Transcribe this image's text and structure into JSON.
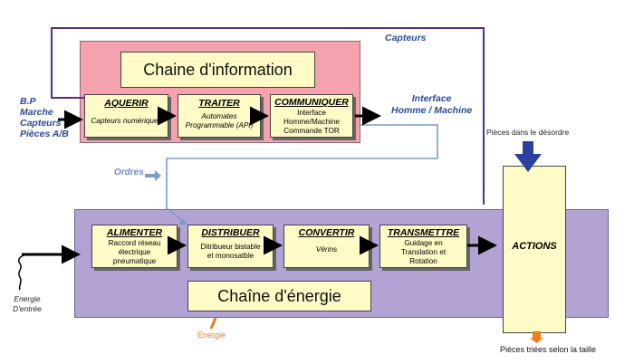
{
  "info_chain": {
    "title": "Chaine d'information",
    "blocks": [
      {
        "title": "AQUERIR",
        "lines": [
          "Capteurs numériques"
        ]
      },
      {
        "title": "TRAITER",
        "lines": [
          "Automates",
          "Programmable (API)"
        ]
      },
      {
        "title": "COMMUNIQUER",
        "lines": [
          "Interface",
          "Homme/Machine",
          "Commande TOR"
        ]
      }
    ]
  },
  "energy_chain": {
    "title": "Chaîne d'énergie",
    "blocks": [
      {
        "title": "ALIMENTER",
        "lines": [
          "Raccord réseau",
          "électrique",
          "pneumatique"
        ]
      },
      {
        "title": "DISTRIBUER",
        "lines": [
          "Ditribueur bistable",
          "et monosatble"
        ]
      },
      {
        "title": "CONVERTIR",
        "lines": [
          "Vérins"
        ]
      },
      {
        "title": "TRANSMETTRE",
        "lines": [
          "Guidage en",
          "Translation et",
          "Rotation"
        ]
      }
    ]
  },
  "actions": {
    "title": "ACTIONS"
  },
  "labels": {
    "capteurs": "Capteurs",
    "inputs": [
      "B.P",
      "Marche",
      "Capteurs",
      "Pièces A/B"
    ],
    "interface_lines": [
      "Interface",
      "Homme / Machine"
    ],
    "ordres": "Ordres",
    "pieces_desordre": "Pièces dans le désordre",
    "energie_entree": [
      "Energie",
      "D'entrée"
    ],
    "energie": "Energie",
    "pieces_triees": "Pièces triées selon la taille"
  },
  "colors": {
    "info_panel": "#f4a3ae",
    "energy_panel": "#b3a2d4",
    "block_fill": "#fffbc6",
    "feedback_line": "#5a2a86",
    "order_line": "#7a9ccc",
    "label_blue": "#2c4a9a",
    "down_arrow": "#2b3f9e",
    "energy_arrow": "#f07d1a"
  }
}
